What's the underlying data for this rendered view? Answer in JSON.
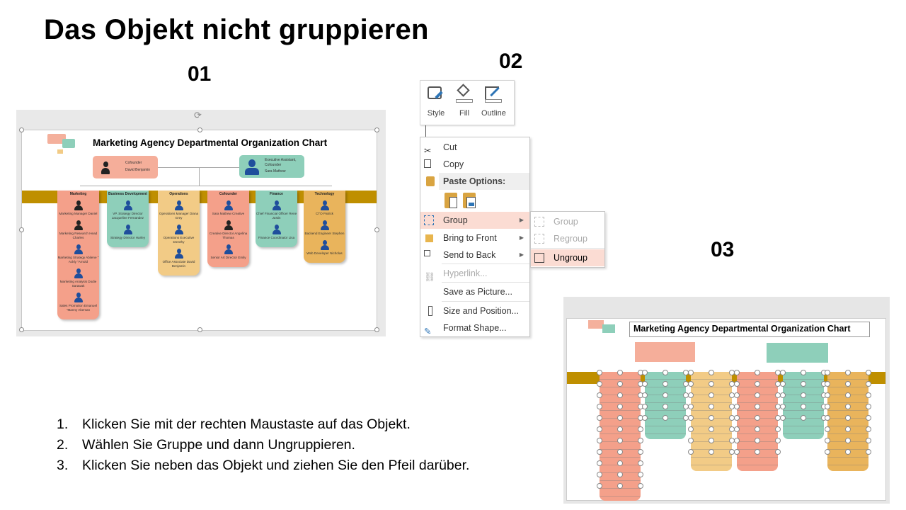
{
  "slide": {
    "title": "Das Objekt nicht gruppieren",
    "step_labels": [
      "01",
      "02",
      "03"
    ],
    "instructions": [
      {
        "n": "1.",
        "text": "Klicken Sie mit der rechten Maustaste auf das Objekt."
      },
      {
        "n": "2.",
        "text": "Wählen Sie Gruppe und dann Ungruppieren."
      },
      {
        "n": "3.",
        "text": "Klicken Sie neben das Objekt und ziehen Sie den Pfeil darüber."
      }
    ]
  },
  "org_chart": {
    "title": "Marketing Agency Departmental Organization Chart",
    "cofounder_box": {
      "role": "Cofounder",
      "name": "David Benjamin"
    },
    "assistant_box": {
      "role": "Executive Assistant, Cofounder",
      "name": "Sara Mathew"
    },
    "columns": [
      {
        "head": "Marketing",
        "color": "#f4a08a",
        "entries": [
          "Marketing Manager Daniel",
          "Marketing Research Head Charles",
          "Marketing Strategy Abilene \" Ackly \"Arnold",
          "Marketing Analysis Dodie Sarawak",
          "Sales Promotion Emanuel \"Manny Akeman"
        ]
      },
      {
        "head": "Business Development",
        "color": "#8ecfba",
        "entries": [
          "VP. Strategy Director Jacqueline Fernandez",
          "Strategy Director Harley"
        ]
      },
      {
        "head": "Operations",
        "color": "#f2cb86",
        "entries": [
          "Operations Manager Diana Grey",
          "Operations Executive Dorothy",
          "Office Associate David Benjamin"
        ]
      },
      {
        "head": "Cofounder",
        "color": "#f4a08a",
        "entries": [
          "Sara Mathew Creative",
          "Creative Director Angelina Thomas",
          "Senior Art Director Emily"
        ]
      },
      {
        "head": "Finance",
        "color": "#8ecfba",
        "entries": [
          "Chief Financial Officer Rene Justin",
          "Finance Coordinator Lisa"
        ]
      },
      {
        "head": "Technology",
        "color": "#e9b45c",
        "entries": [
          "CTO Patrick",
          "Backend Engineer Stephen",
          "Web Developer Nicholas"
        ]
      }
    ]
  },
  "ribbon": {
    "style": "Style",
    "fill": "Fill",
    "outline": "Outline"
  },
  "context_menu": {
    "cut": "Cut",
    "copy": "Copy",
    "paste_options": "Paste Options:",
    "group": "Group",
    "bring_to_front": "Bring to Front",
    "send_to_back": "Send to Back",
    "hyperlink": "Hyperlink...",
    "save_as_picture": "Save as Picture...",
    "size_position": "Size and Position...",
    "format_shape": "Format Shape..."
  },
  "submenu": {
    "group": "Group",
    "regroup": "Regroup",
    "ungroup": "Ungroup"
  },
  "colors": {
    "highlight": "#fbdcd3",
    "band": "#bf8f00",
    "person_blue": "#1f4e9c"
  }
}
